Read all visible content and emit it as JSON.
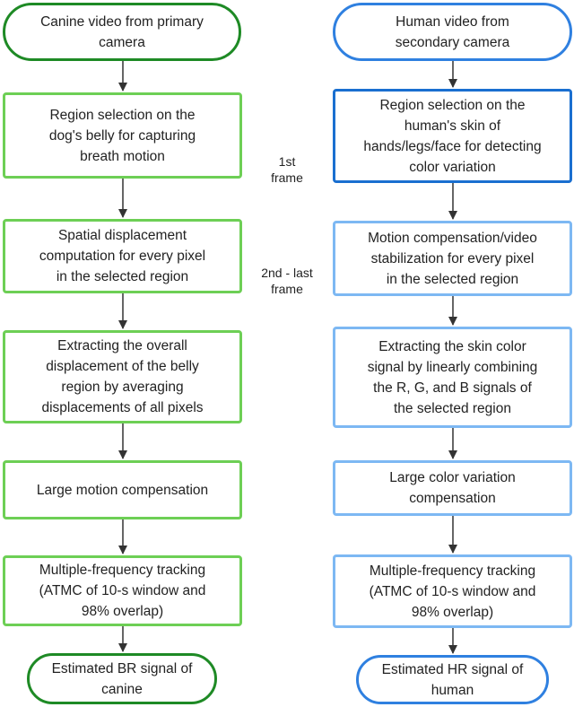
{
  "left": {
    "start": "Canine video from primary\ncamera",
    "steps": [
      "Region selection on the\ndog's belly for capturing\nbreath motion",
      "Spatial displacement\ncomputation for every pixel\nin the selected region",
      "Extracting the overall\ndisplacement of the belly\nregion by averaging\ndisplacements of all pixels",
      "Large motion compensation",
      "Multiple-frequency tracking\n(ATMC of 10-s window and\n98% overlap)"
    ],
    "end": "Estimated BR signal of\ncanine"
  },
  "right": {
    "start": "Human video from\nsecondary camera",
    "steps": [
      "Region selection on the\nhuman's skin of\nhands/legs/face for detecting\ncolor variation",
      "Motion compensation/video\nstabilization for every pixel\nin the selected region",
      "Extracting the skin color\nsignal by linearly combining\nthe R, G, and B signals of\nthe selected region",
      "Large color variation\ncompensation",
      "Multiple-frequency tracking\n(ATMC of 10-s window and\n98% overlap)"
    ],
    "end": "Estimated HR signal of\nhuman"
  },
  "labels": {
    "first_frame": "1st\nframe",
    "other_frames": "2nd - last\nframe"
  },
  "colors": {
    "green_dark": "#1e8a25",
    "green_light": "#6dcf55",
    "blue_dark": "#1a6fd0",
    "blue_light": "#7db8f3"
  }
}
